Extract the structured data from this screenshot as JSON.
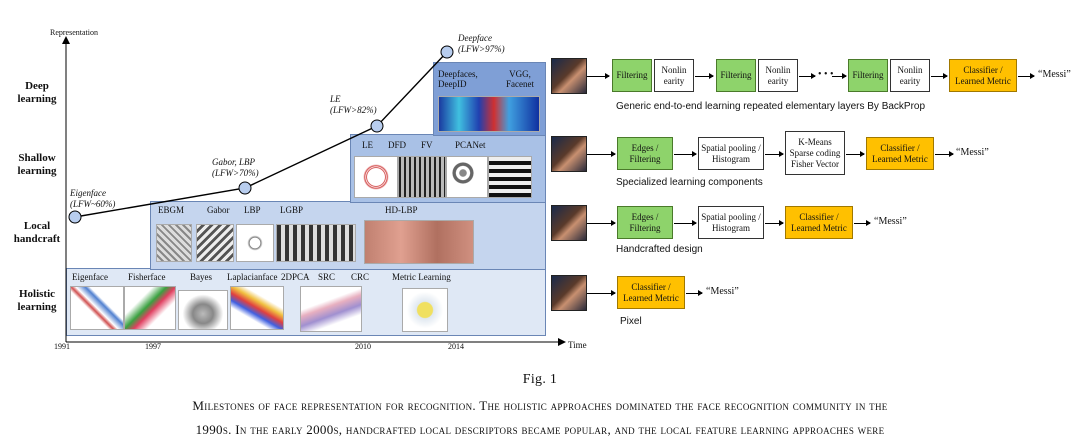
{
  "axis": {
    "y_label": "Representation",
    "x_label": "Time",
    "years": [
      "1991",
      "1997",
      "2010",
      "2014"
    ]
  },
  "rows": {
    "deep": "Deep learning",
    "shallow": "Shallow learning",
    "local": "Local handcraft",
    "holistic": "Holistic learning"
  },
  "milestones": {
    "eigen": {
      "name": "Eigenface",
      "acc": "(LFW~60%)"
    },
    "gabor": {
      "name": "Gabor, LBP",
      "acc": "(LFW>70%)"
    },
    "le": {
      "name": "LE",
      "acc": "(LFW>82%)"
    },
    "deep": {
      "name": "Deepface",
      "acc": "(LFW>97%)"
    }
  },
  "methods": {
    "holistic": [
      "Eigenface",
      "Fisherface",
      "Bayes",
      "Laplacianface",
      "2DPCA",
      "SRC",
      "CRC",
      "Metric Learning"
    ],
    "local": [
      "EBGM",
      "Gabor",
      "LBP",
      "LGBP",
      "HD-LBP"
    ],
    "shallow": [
      "LE",
      "DFD",
      "FV",
      "PCANet"
    ],
    "deep": [
      "Deepfaces, DeepID",
      "VGG, Facenet"
    ]
  },
  "pipelines": {
    "deep": {
      "filter": "Filtering",
      "nonlin": "Nonlin earity",
      "dots": "• • •",
      "classifier": "Classifier / Learned Metric",
      "output": "“Messi”",
      "caption": "Generic end-to-end learning repeated elementary layers By BackProp"
    },
    "shallow": {
      "edges": "Edges / Filtering",
      "pool": "Spatial pooling / Histogram",
      "kmeans": "K-Means Sparse coding Fisher Vector",
      "classifier": "Classifier / Learned Metric",
      "output": "“Messi”",
      "caption": "Specialized learning components"
    },
    "local": {
      "edges": "Edges / Filtering",
      "pool": "Spatial pooling / Histogram",
      "classifier": "Classifier / Learned Metric",
      "output": "“Messi”",
      "caption": "Handcrafted design"
    },
    "holistic": {
      "classifier": "Classifier / Learned Metric",
      "output": "“Messi”",
      "caption": "Pixel"
    }
  },
  "figure": {
    "label": "Fig. 1",
    "line1": "Milestones of face representation for recognition. The holistic approaches dominated the face recognition community in the",
    "line2": "1990s. In the early 2000s, handcrafted local descriptors became popular, and the local feature learning approaches were"
  }
}
